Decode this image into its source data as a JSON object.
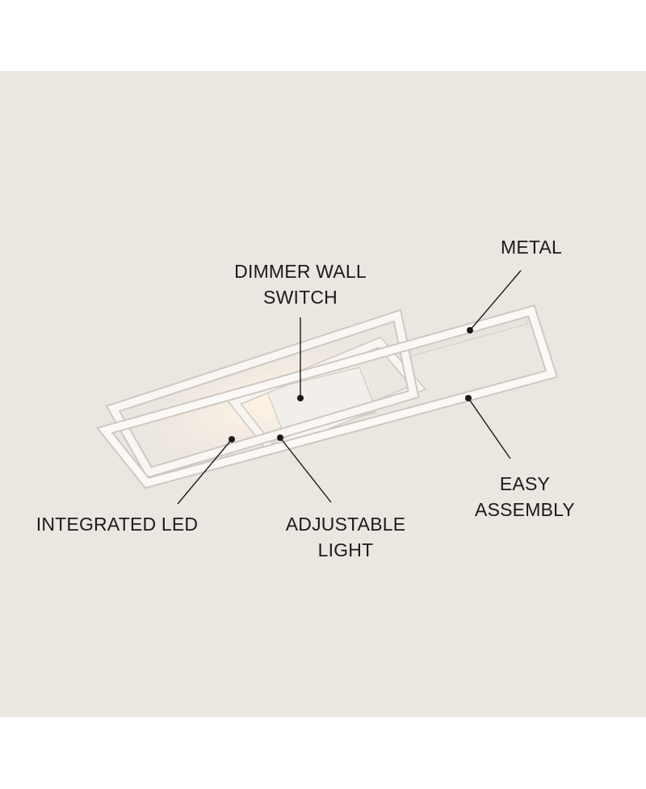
{
  "colors": {
    "background": "#ffffff",
    "panel": "#ece6e1",
    "fixture": "#f7f5f2",
    "fixture_shadow": "#cfc8c1",
    "glow": "#fbeedd",
    "leader_line": "#1a1a1a"
  },
  "labels": {
    "metal": {
      "lines": [
        "METAL"
      ]
    },
    "dimmer": {
      "lines": [
        "DIMMER WALL",
        "SWITCH"
      ]
    },
    "easy": {
      "lines": [
        "EASY",
        "ASSEMBLY"
      ]
    },
    "led": {
      "lines": [
        "INTEGRATED LED"
      ]
    },
    "adjustable": {
      "lines": [
        "ADJUSTABLE",
        "LIGHT"
      ]
    }
  }
}
